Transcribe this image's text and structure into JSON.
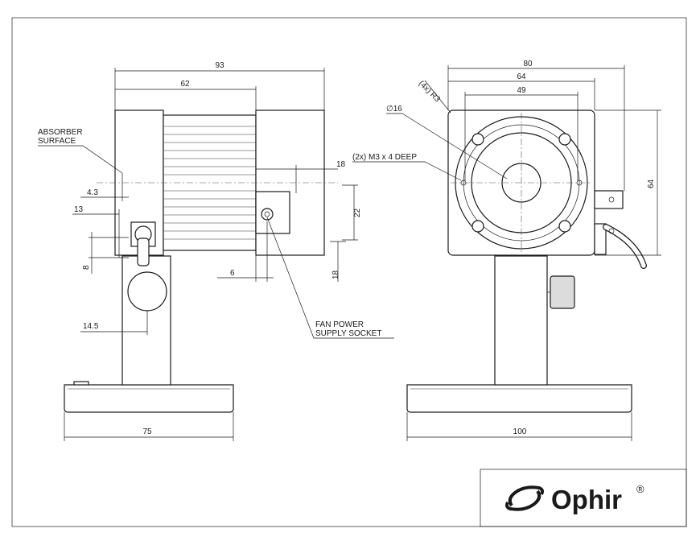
{
  "dimensions": {
    "side_overall_length": "93",
    "side_body_length": "62",
    "side_offset_18": "18",
    "side_offset_4_3": "4.3",
    "side_offset_13": "13",
    "side_height_22": "22",
    "side_height_8": "8",
    "side_width_6": "6",
    "side_height_18": "18",
    "side_post_14_5": "14.5",
    "side_base_75": "75",
    "front_width_80": "80",
    "front_width_64": "64",
    "front_width_49": "49",
    "front_height_64": "64",
    "front_base_100": "100"
  },
  "callouts": {
    "absorber_line1": "ABSORBER",
    "absorber_line2": "SURFACE",
    "fan_line1": "FAN POWER",
    "fan_line2": "SUPPLY SOCKET",
    "radius_note": "(4x) R3",
    "diameter_note": "∅16",
    "thread_note": "(2x) M3 x 4 DEEP"
  },
  "title_block": {
    "brand": "Ophir",
    "registered": "®"
  }
}
